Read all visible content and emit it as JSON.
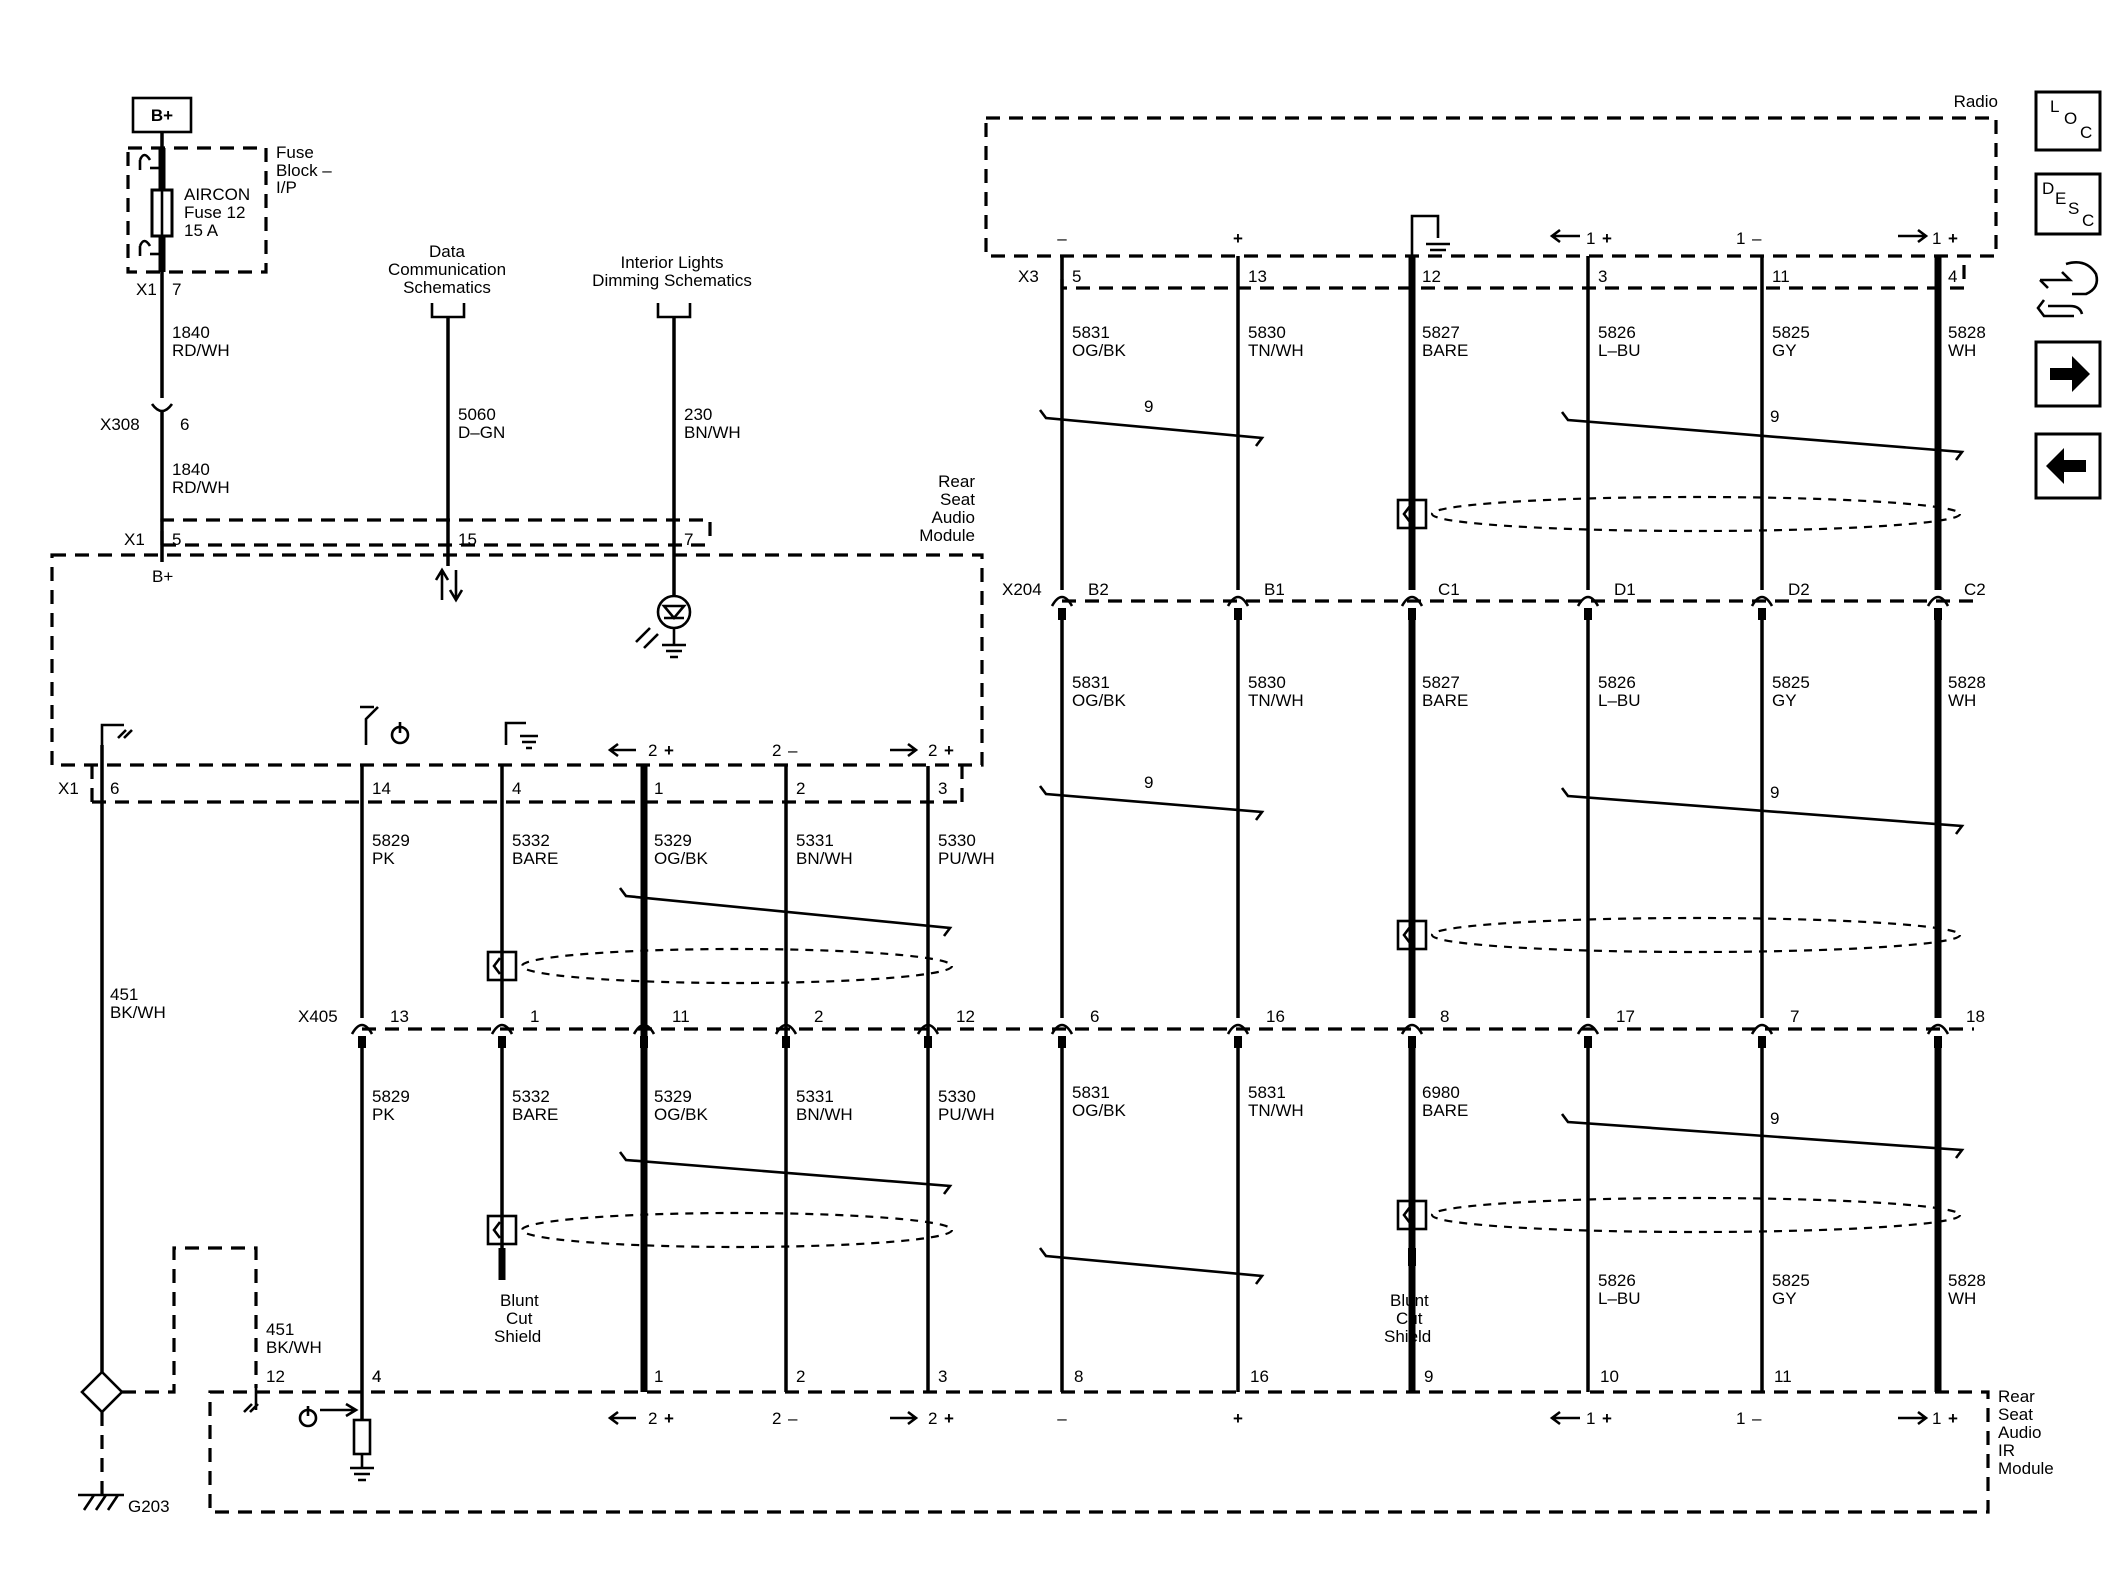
{
  "components": {
    "bplus_box": "B+",
    "fuse_block": [
      "Fuse",
      "Block –",
      "I/P"
    ],
    "fuse": [
      "AIRCON",
      "Fuse 12",
      "15 A"
    ],
    "data_comm": [
      "Data",
      "Communication",
      "Schematics"
    ],
    "interior_lights": [
      "Interior Lights",
      "Dimming Schematics"
    ],
    "radio": "Radio",
    "rsam": [
      "Rear",
      "Seat",
      "Audio",
      "Module"
    ],
    "rsa_ir": [
      "Rear",
      "Seat",
      "Audio",
      "IR",
      "Module"
    ],
    "blunt_cut": [
      "Blunt",
      "Cut",
      "Shield"
    ],
    "ground": "G203",
    "bplus_pin": "B+"
  },
  "connectors": {
    "x1": "X1",
    "x308": "X308",
    "x3": "X3",
    "x204": "X204",
    "x405": "X405"
  },
  "pins": {
    "fuse_x1": "7",
    "x308": "6",
    "rsam_top": [
      "5",
      "15",
      "7"
    ],
    "rsam_bottom": [
      "6",
      "14",
      "4",
      "1",
      "2",
      "3"
    ],
    "radio_x3": [
      "5",
      "13",
      "12",
      "3",
      "11",
      "4"
    ],
    "x204": [
      "B2",
      "B1",
      "C1",
      "D1",
      "D2",
      "C2"
    ],
    "x405": [
      "13",
      "1",
      "11",
      "2",
      "12",
      "6",
      "16",
      "8",
      "17",
      "7",
      "18"
    ],
    "ir_module": [
      "12",
      "4",
      "1",
      "2",
      "3",
      "8",
      "16",
      "9",
      "10",
      "11"
    ]
  },
  "wires": {
    "w1840a": [
      "1840",
      "RD/WH"
    ],
    "w1840b": [
      "1840",
      "RD/WH"
    ],
    "w5060": [
      "5060",
      "D–GN"
    ],
    "w230": [
      "230",
      "BN/WH"
    ],
    "w451a": [
      "451",
      "BK/WH"
    ],
    "w451b": [
      "451",
      "BK/WH"
    ],
    "l_upper": [
      [
        "5829",
        "PK"
      ],
      [
        "5332",
        "BARE"
      ],
      [
        "5329",
        "OG/BK"
      ],
      [
        "5331",
        "BN/WH"
      ],
      [
        "5330",
        "PU/WH"
      ]
    ],
    "l_lower": [
      [
        "5829",
        "PK"
      ],
      [
        "5332",
        "BARE"
      ],
      [
        "5329",
        "OG/BK"
      ],
      [
        "5331",
        "BN/WH"
      ],
      [
        "5330",
        "PU/WH"
      ]
    ],
    "r_top": [
      [
        "5831",
        "OG/BK"
      ],
      [
        "5830",
        "TN/WH"
      ],
      [
        "5827",
        "BARE"
      ],
      [
        "5826",
        "L–BU"
      ],
      [
        "5825",
        "GY"
      ],
      [
        "5828",
        "WH"
      ]
    ],
    "r_mid": [
      [
        "5831",
        "OG/BK"
      ],
      [
        "5830",
        "TN/WH"
      ],
      [
        "5827",
        "BARE"
      ],
      [
        "5826",
        "L–BU"
      ],
      [
        "5825",
        "GY"
      ],
      [
        "5828",
        "WH"
      ]
    ],
    "r_low_a": [
      [
        "5831",
        "OG/BK"
      ],
      [
        "5831",
        "TN/WH"
      ],
      [
        "6980",
        "BARE"
      ]
    ],
    "r_low_b": [
      [
        "5826",
        "L–BU"
      ],
      [
        "5825",
        "GY"
      ],
      [
        "5828",
        "WH"
      ]
    ]
  },
  "twist": "9",
  "signals": {
    "minus": "–",
    "plus": "+",
    "two_plus": "2",
    "two_minus": "2",
    "one_plus": "1",
    "one_minus": "1"
  },
  "nav": {
    "loc": [
      "L",
      "O",
      "C"
    ],
    "desc": [
      "D",
      "E",
      "S",
      "C"
    ],
    "loc_icon": "map-location-icon",
    "desc_icon": "description-icon",
    "connector_icon": "connector-tool-icon",
    "next_icon": "arrow-right-icon",
    "prev_icon": "arrow-left-icon"
  }
}
